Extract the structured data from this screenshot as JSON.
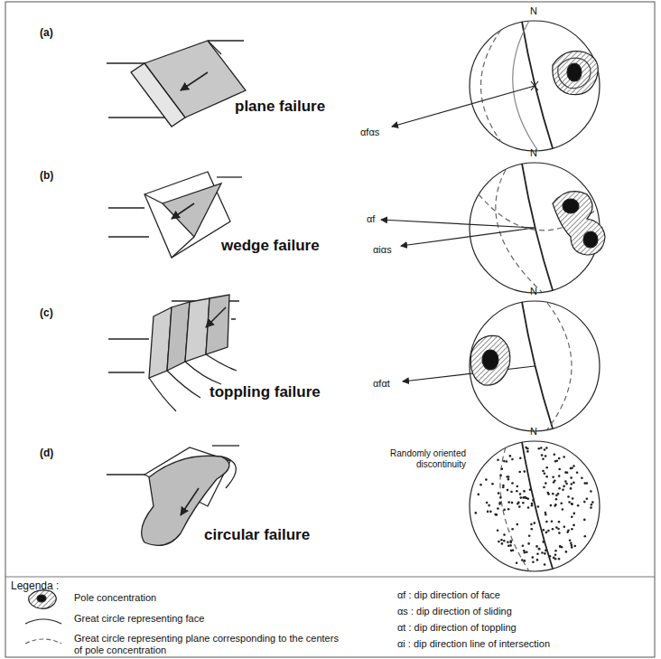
{
  "diagram": {
    "labels": [
      "(a)",
      "plane failure",
      "N",
      "αfαs",
      "(b)",
      "wedge failure",
      "N",
      "αf",
      "αiαs",
      "(c)",
      "toppling failure",
      "N",
      "αfαt",
      "(d)",
      "circular failure",
      "N",
      "Randomly oriented discontinuity",
      "Legenda :",
      "αf : dip direction of face",
      "αs : dip direction of sliding",
      "αt : dip direction of toppling",
      "αi : dip direction line of intersection"
    ],
    "legend": [
      {
        "text": "Pole concentration"
      },
      {
        "text": "Great circle representing face"
      },
      {
        "text": "Great circle representing plane corresponding to the centers of pole concentration"
      }
    ]
  }
}
